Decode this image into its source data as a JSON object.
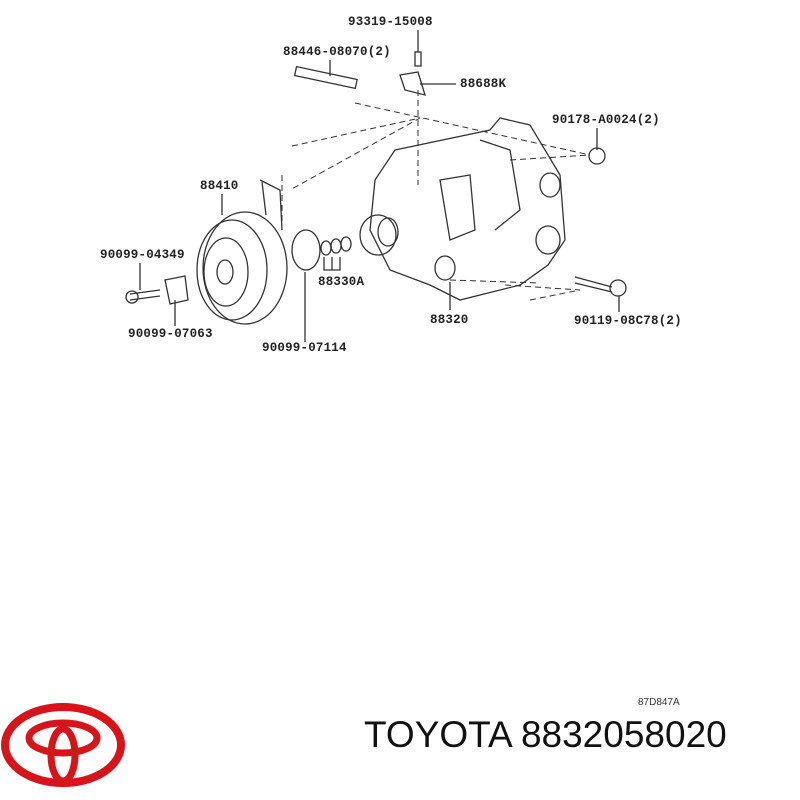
{
  "diagram": {
    "labels": {
      "screw_top": "93319-15008",
      "stud": "88446-08070(2)",
      "bracket": "88688K",
      "nut": "90178-A0024(2)",
      "clutch": "88410",
      "bolt_left": "90099-04349",
      "orings": "88330A",
      "compressor": "88320",
      "bolt_right": "90119-08C78(2)",
      "clip": "90099-07063",
      "snap_ring": "90099-07114"
    },
    "drawing_code": "87D847A"
  },
  "footer": {
    "brand": "TOYOTA",
    "part_number": "8832058020",
    "logo_color": "#d7141a"
  }
}
